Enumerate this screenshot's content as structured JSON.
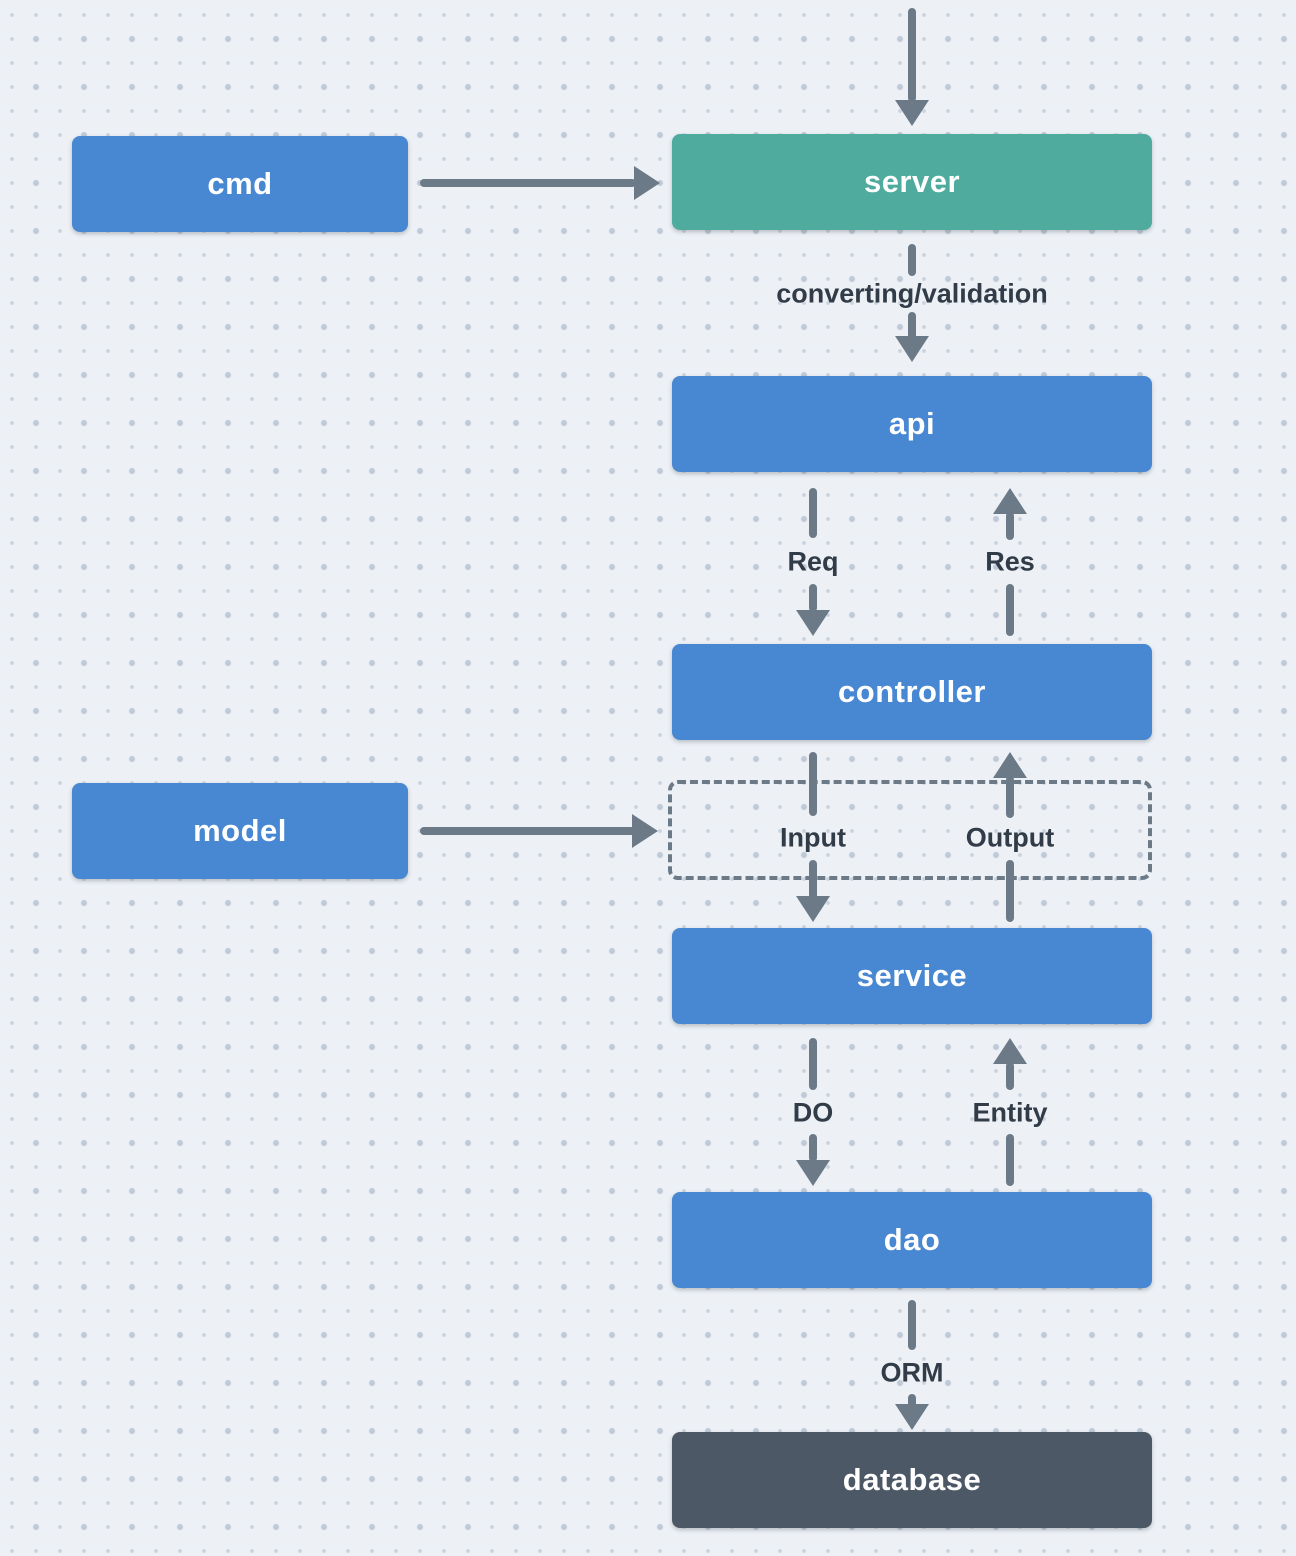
{
  "diagram": {
    "nodes": {
      "cmd": "cmd",
      "server": "server",
      "api": "api",
      "controller": "controller",
      "model": "model",
      "service": "service",
      "dao": "dao",
      "database": "database"
    },
    "edge_labels": {
      "converting": "converting/validation",
      "req": "Req",
      "res": "Res",
      "input": "Input",
      "output": "Output",
      "do_label": "DO",
      "entity": "Entity",
      "orm": "ORM"
    },
    "colors": {
      "node_blue": "#4887D2",
      "node_green": "#4FAB9E",
      "node_dark": "#4D5866",
      "arrow_gray": "#6C7A88",
      "label_text": "#313C48",
      "background": "#EDF1F6",
      "dot_small": "#CBD3DE",
      "dot_large": "#BFC9D7",
      "node_text": "#FFFFFF"
    }
  }
}
